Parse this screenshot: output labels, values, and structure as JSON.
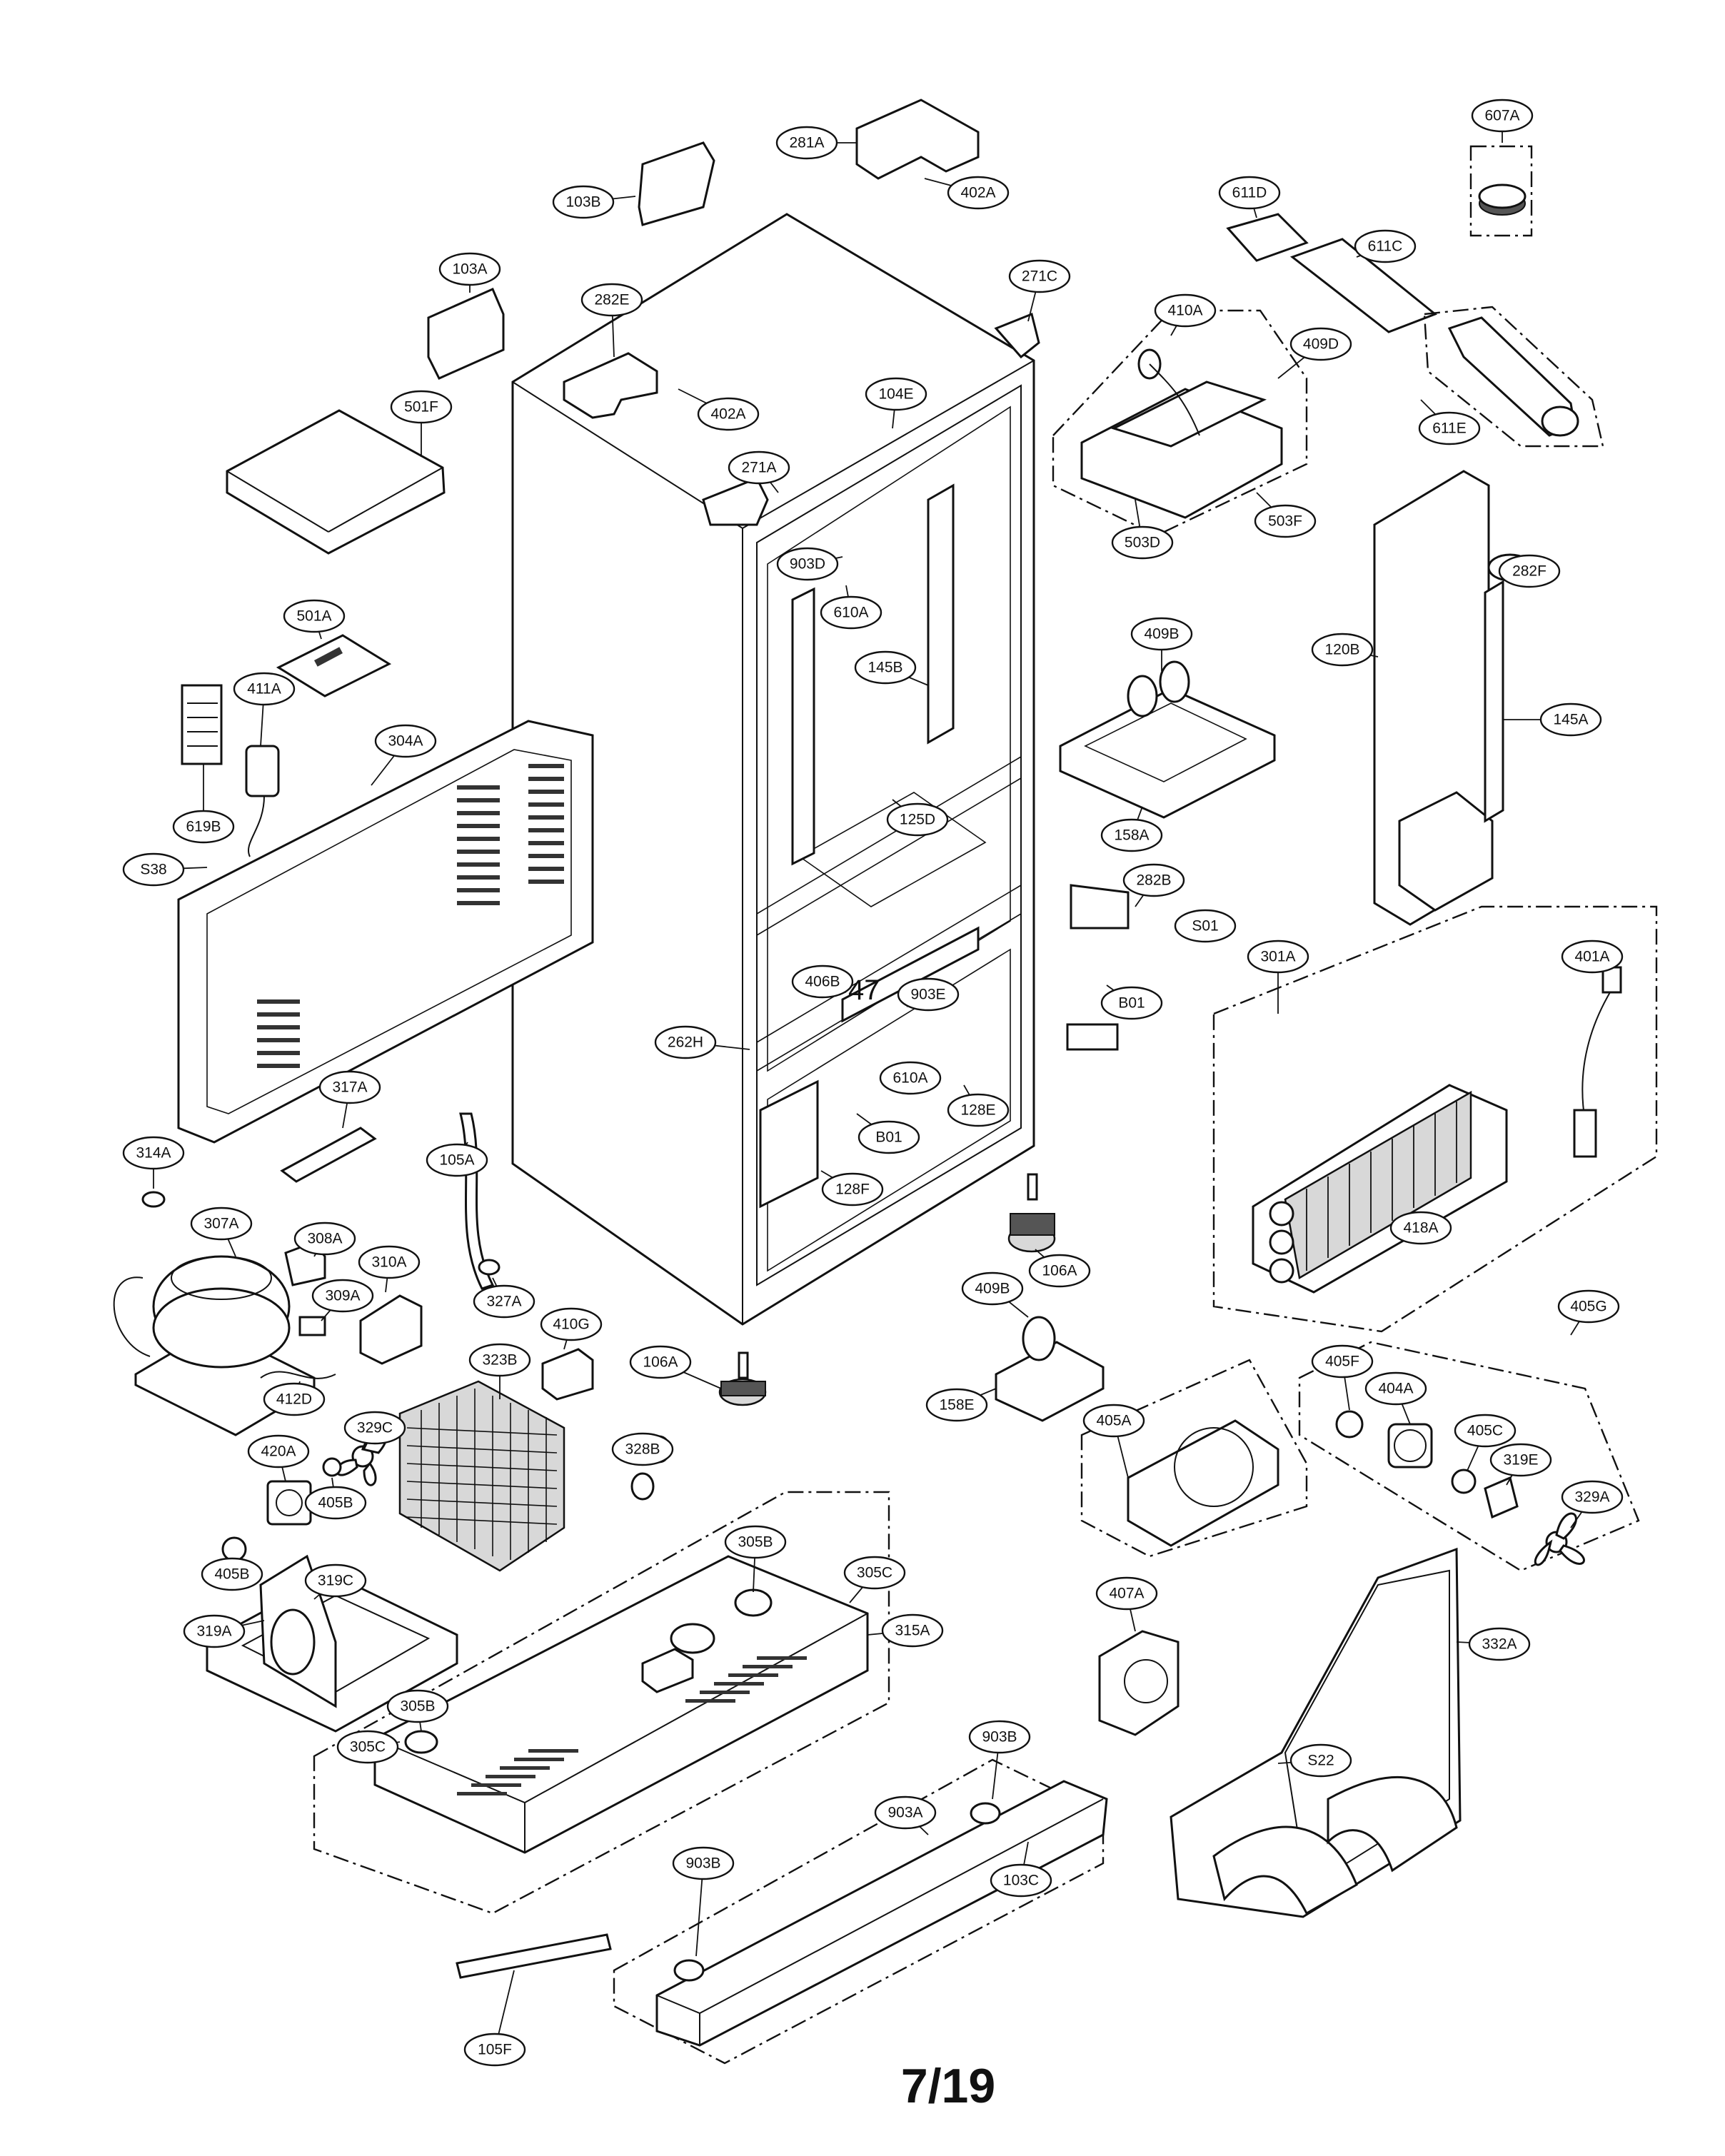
{
  "page_number": "7/19",
  "annotation_mark": "47",
  "callouts": [
    "281A",
    "402A",
    "103B",
    "607A",
    "611D",
    "611C",
    "103A",
    "282E",
    "271C",
    "410A",
    "409D",
    "501F",
    "402A",
    "104E",
    "611E",
    "271A",
    "503D",
    "503F",
    "903D",
    "610A",
    "282F",
    "409B",
    "501A",
    "411A",
    "145B",
    "120B",
    "145A",
    "304A",
    "619B",
    "125D",
    "158A",
    "S38",
    "282B",
    "S01",
    "406B",
    "903E",
    "301A",
    "401A",
    "B01",
    "262H",
    "610A",
    "128E",
    "B01",
    "317A",
    "105A",
    "128F",
    "314A",
    "307A",
    "308A",
    "310A",
    "309A",
    "327A",
    "418A",
    "106A",
    "410G",
    "409B",
    "412D",
    "106A",
    "158E",
    "405G",
    "405F",
    "404A",
    "323B",
    "329C",
    "405A",
    "420A",
    "405C",
    "319E",
    "328B",
    "329A",
    "405B",
    "405B",
    "305B",
    "305C",
    "319C",
    "407A",
    "319A",
    "315A",
    "332A",
    "305B",
    "305C",
    "S22",
    "903B",
    "903A",
    "103C",
    "903B",
    "105F"
  ]
}
